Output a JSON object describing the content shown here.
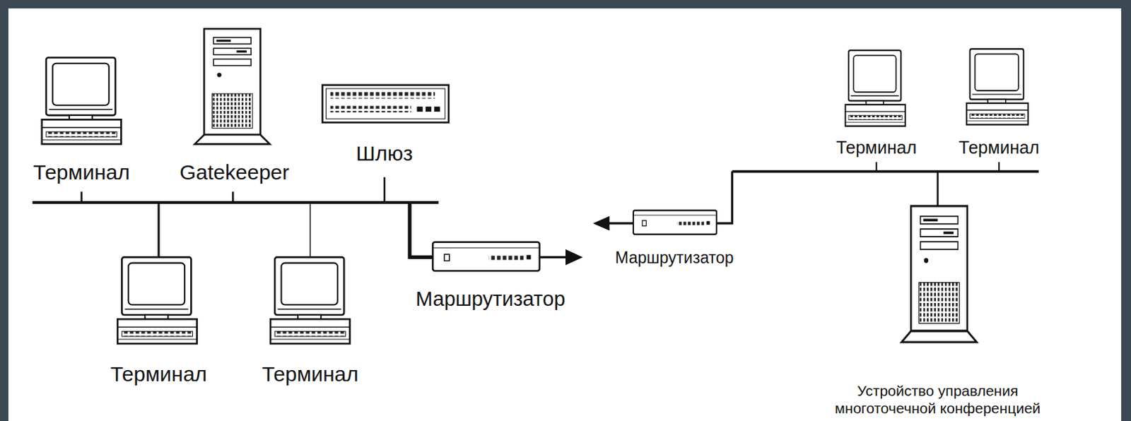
{
  "diagram": {
    "nodes": [
      {
        "text": [
          "Терминал"
        ]
      },
      {
        "text": [
          "Gatekeeper"
        ]
      },
      {
        "text": [
          "Шлюз"
        ]
      },
      {
        "text": [
          "Терминал"
        ]
      },
      {
        "text": [
          "Терминал"
        ]
      },
      {
        "text": [
          "Маршрутизатор"
        ]
      },
      {
        "text": [
          "Маршрутизатор"
        ]
      },
      {
        "text": [
          "Терминал"
        ]
      },
      {
        "text": [
          "Терминал"
        ]
      },
      {
        "text": [
          "Устройство управления многоточечной конференцией"
        ]
      }
    ]
  }
}
